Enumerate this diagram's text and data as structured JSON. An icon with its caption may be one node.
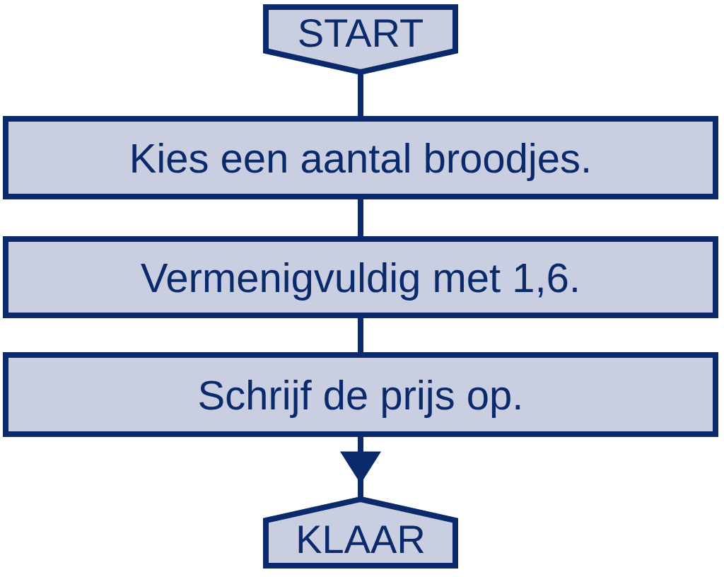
{
  "diagram": {
    "nodes": [
      {
        "text": [
          "START"
        ]
      },
      {
        "text": [
          "Kies een aantal broodjes."
        ]
      },
      {
        "text": [
          "Vermenigvuldig met 1,6."
        ]
      },
      {
        "text": [
          "Schrijf de prijs op."
        ]
      },
      {
        "text": [
          "KLAAR"
        ]
      }
    ],
    "edges": [
      {
        "from": 0,
        "to": 1,
        "arrow": "none"
      },
      {
        "from": 1,
        "to": 2,
        "arrow": "none"
      },
      {
        "from": 2,
        "to": 3,
        "arrow": "none"
      },
      {
        "from": 3,
        "to": 4,
        "arrow": "to"
      }
    ]
  }
}
